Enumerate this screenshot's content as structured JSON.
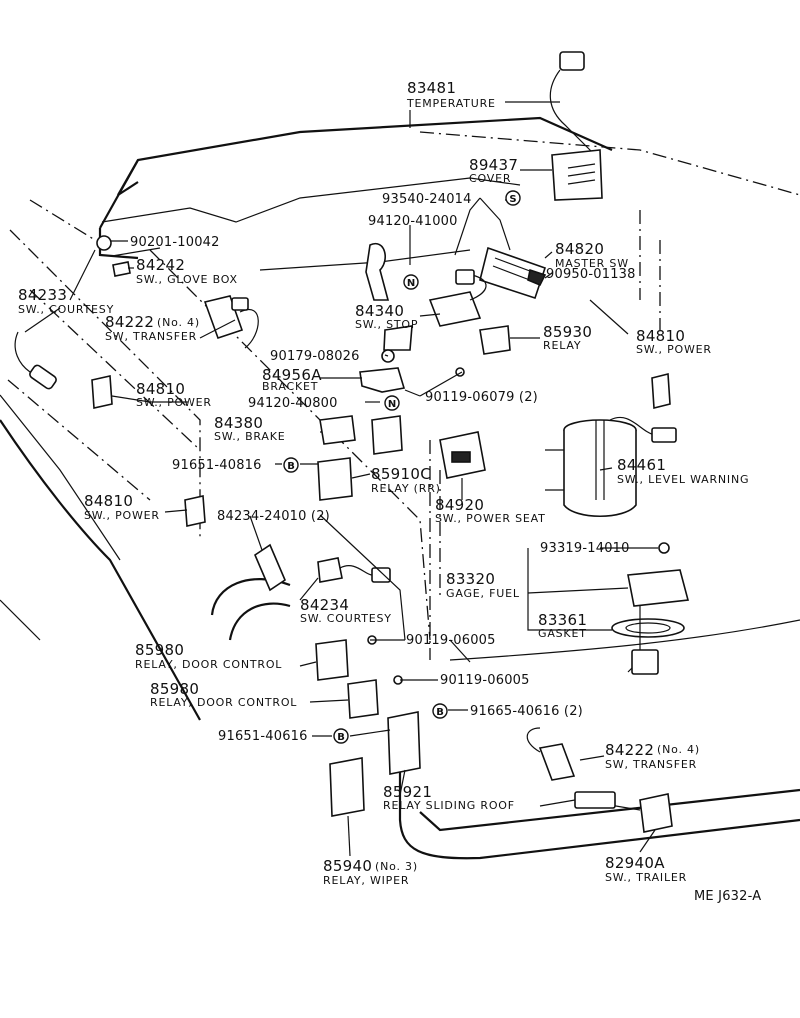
{
  "parts": [
    {
      "id": "83481",
      "number": "83481",
      "desc": "TEMPERATURE"
    },
    {
      "id": "89437",
      "number": "89437",
      "desc": "COVER"
    },
    {
      "id": "93540-24014",
      "number": "93540-24014",
      "desc": ""
    },
    {
      "id": "94120-41000",
      "number": "94120-41000",
      "desc": ""
    },
    {
      "id": "90201-10042",
      "number": "90201-10042",
      "desc": ""
    },
    {
      "id": "84242",
      "number": "84242",
      "desc": "SW., GLOVE BOX"
    },
    {
      "id": "84820",
      "number": "84820",
      "desc": "MASTER  SW"
    },
    {
      "id": "90950-01138",
      "number": "90950-01138",
      "desc": ""
    },
    {
      "id": "84233",
      "number": "84233",
      "desc": "SW., COURTESY"
    },
    {
      "id": "84222a",
      "number": "84222",
      "qual": "(No. 4)",
      "desc": "SW, TRANSFER"
    },
    {
      "id": "84340",
      "number": "84340",
      "desc": "SW., STOP"
    },
    {
      "id": "85930",
      "number": "85930",
      "desc": "RELAY"
    },
    {
      "id": "84810a",
      "number": "84810",
      "desc": "SW., POWER"
    },
    {
      "id": "90179-08026",
      "number": "90179-08026",
      "desc": ""
    },
    {
      "id": "84956A",
      "number": "84956A",
      "desc": "BRACKET"
    },
    {
      "id": "84810b",
      "number": "84810",
      "desc": "SW., POWER"
    },
    {
      "id": "90119-06079",
      "number": "90119-06079 (2)",
      "desc": ""
    },
    {
      "id": "94120-40800",
      "number": "94120-40800",
      "desc": ""
    },
    {
      "id": "84380",
      "number": "84380",
      "desc": "SW., BRAKE"
    },
    {
      "id": "84461",
      "number": "84461",
      "desc": "SW., LEVEL WARNING"
    },
    {
      "id": "91651-40816",
      "number": "91651-40816",
      "desc": ""
    },
    {
      "id": "85910C",
      "number": "85910C",
      "desc": "RELAY (RR)"
    },
    {
      "id": "84810c",
      "number": "84810",
      "desc": "SW., POWER"
    },
    {
      "id": "84234-24010",
      "number": "84234-24010 (2)",
      "desc": ""
    },
    {
      "id": "84920",
      "number": "84920",
      "desc": "SW., POWER SEAT"
    },
    {
      "id": "93319-14010",
      "number": "93319-14010",
      "desc": ""
    },
    {
      "id": "83320",
      "number": "83320",
      "desc": "GAGE, FUEL"
    },
    {
      "id": "84234",
      "number": "84234",
      "desc": "SW.  COURTESY"
    },
    {
      "id": "83361",
      "number": "83361",
      "desc": "GASKET"
    },
    {
      "id": "90119-06005a",
      "number": "90119-06005",
      "desc": ""
    },
    {
      "id": "85980a",
      "number": "85980",
      "desc": "RELAY, DOOR CONTROL"
    },
    {
      "id": "90119-06005b",
      "number": "90119-06005",
      "desc": ""
    },
    {
      "id": "85980b",
      "number": "85980",
      "desc": "RELAY, DOOR CONTROL"
    },
    {
      "id": "91665-40616",
      "number": "91665-40616 (2)",
      "desc": ""
    },
    {
      "id": "91651-40616",
      "number": "91651-40616",
      "desc": ""
    },
    {
      "id": "84222b",
      "number": "84222",
      "qual": "(No. 4)",
      "desc": "SW, TRANSFER"
    },
    {
      "id": "85921",
      "number": "85921",
      "desc": "RELAY SLIDING  ROOF"
    },
    {
      "id": "85940",
      "number": "85940",
      "qual": "(No. 3)",
      "desc": "RELAY, WIPER"
    },
    {
      "id": "82940A",
      "number": "82940A",
      "desc": "SW., TRAILER"
    }
  ],
  "badges": {
    "s": "S",
    "n": "N",
    "b": "B"
  },
  "footer_code": "ME  J632-A"
}
